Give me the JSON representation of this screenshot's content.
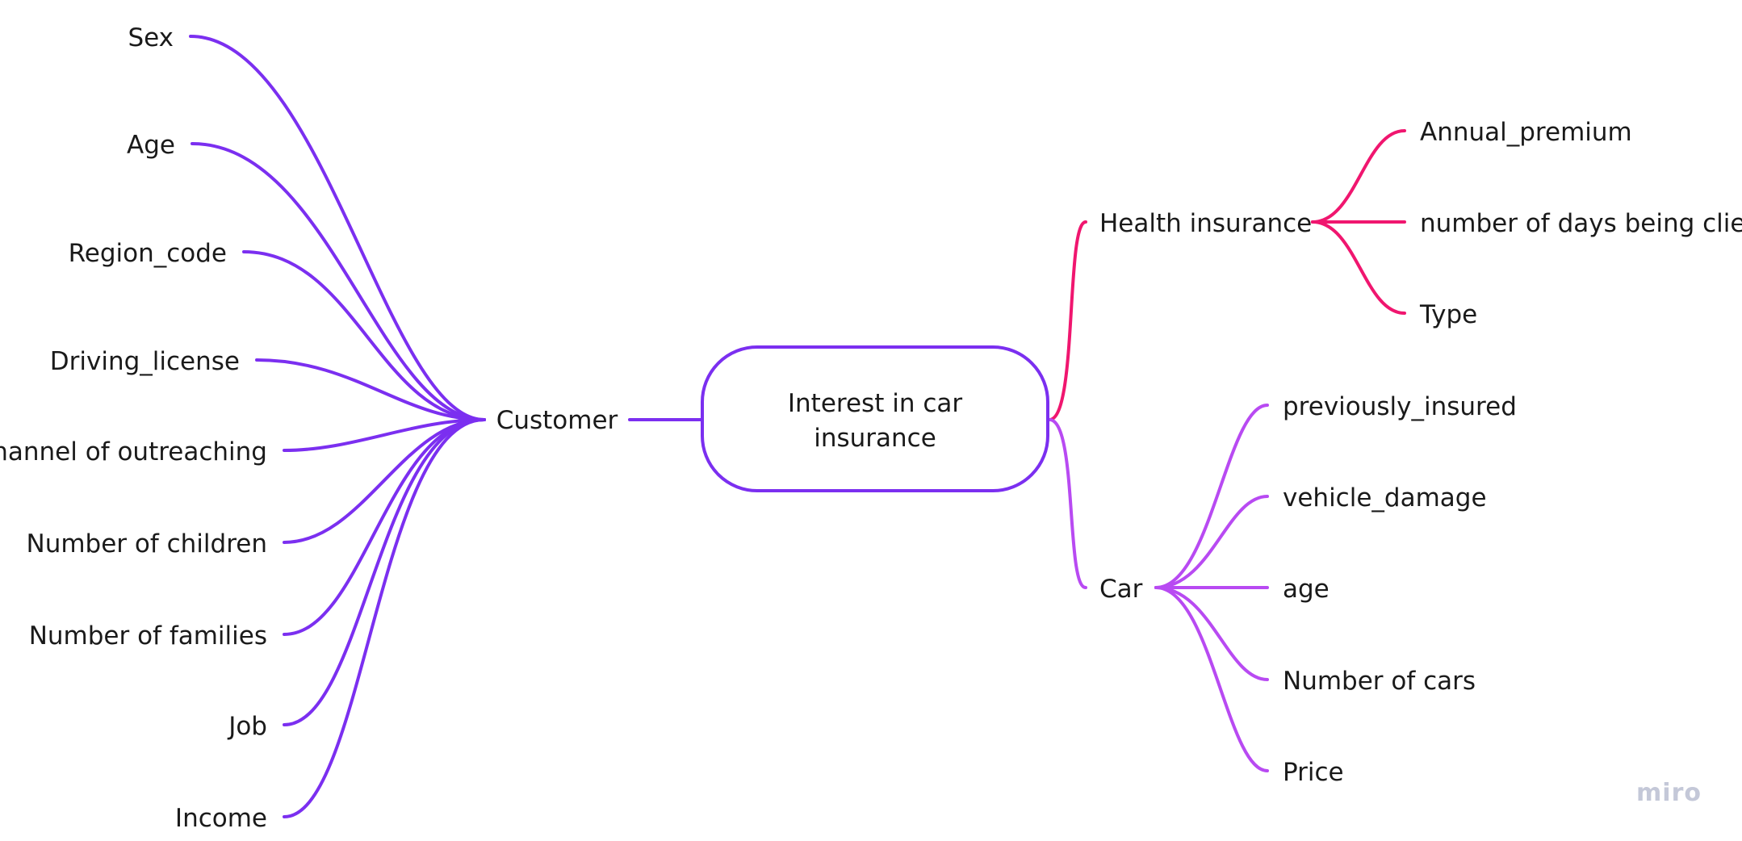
{
  "root": {
    "label_line1": "Interest in car",
    "label_line2": "insurance"
  },
  "left": {
    "label": "Customer",
    "children": [
      "Sex",
      "Age",
      "Region_code",
      "Driving_license",
      "channel of outreaching",
      "Number of children",
      "Number of families",
      "Job",
      "Income"
    ]
  },
  "right": [
    {
      "label": "Health insurance",
      "children": [
        "Annual_premium",
        "number of days being client",
        "Type"
      ]
    },
    {
      "label": "Car",
      "children": [
        "previously_insured",
        "vehicle_damage",
        "age",
        "Number of cars",
        "Price"
      ]
    }
  ],
  "colors": {
    "root": "#7b2ff0",
    "customer": "#7b2ff0",
    "health": "#f0166f",
    "car": "#b84af2"
  },
  "watermark": "miro"
}
